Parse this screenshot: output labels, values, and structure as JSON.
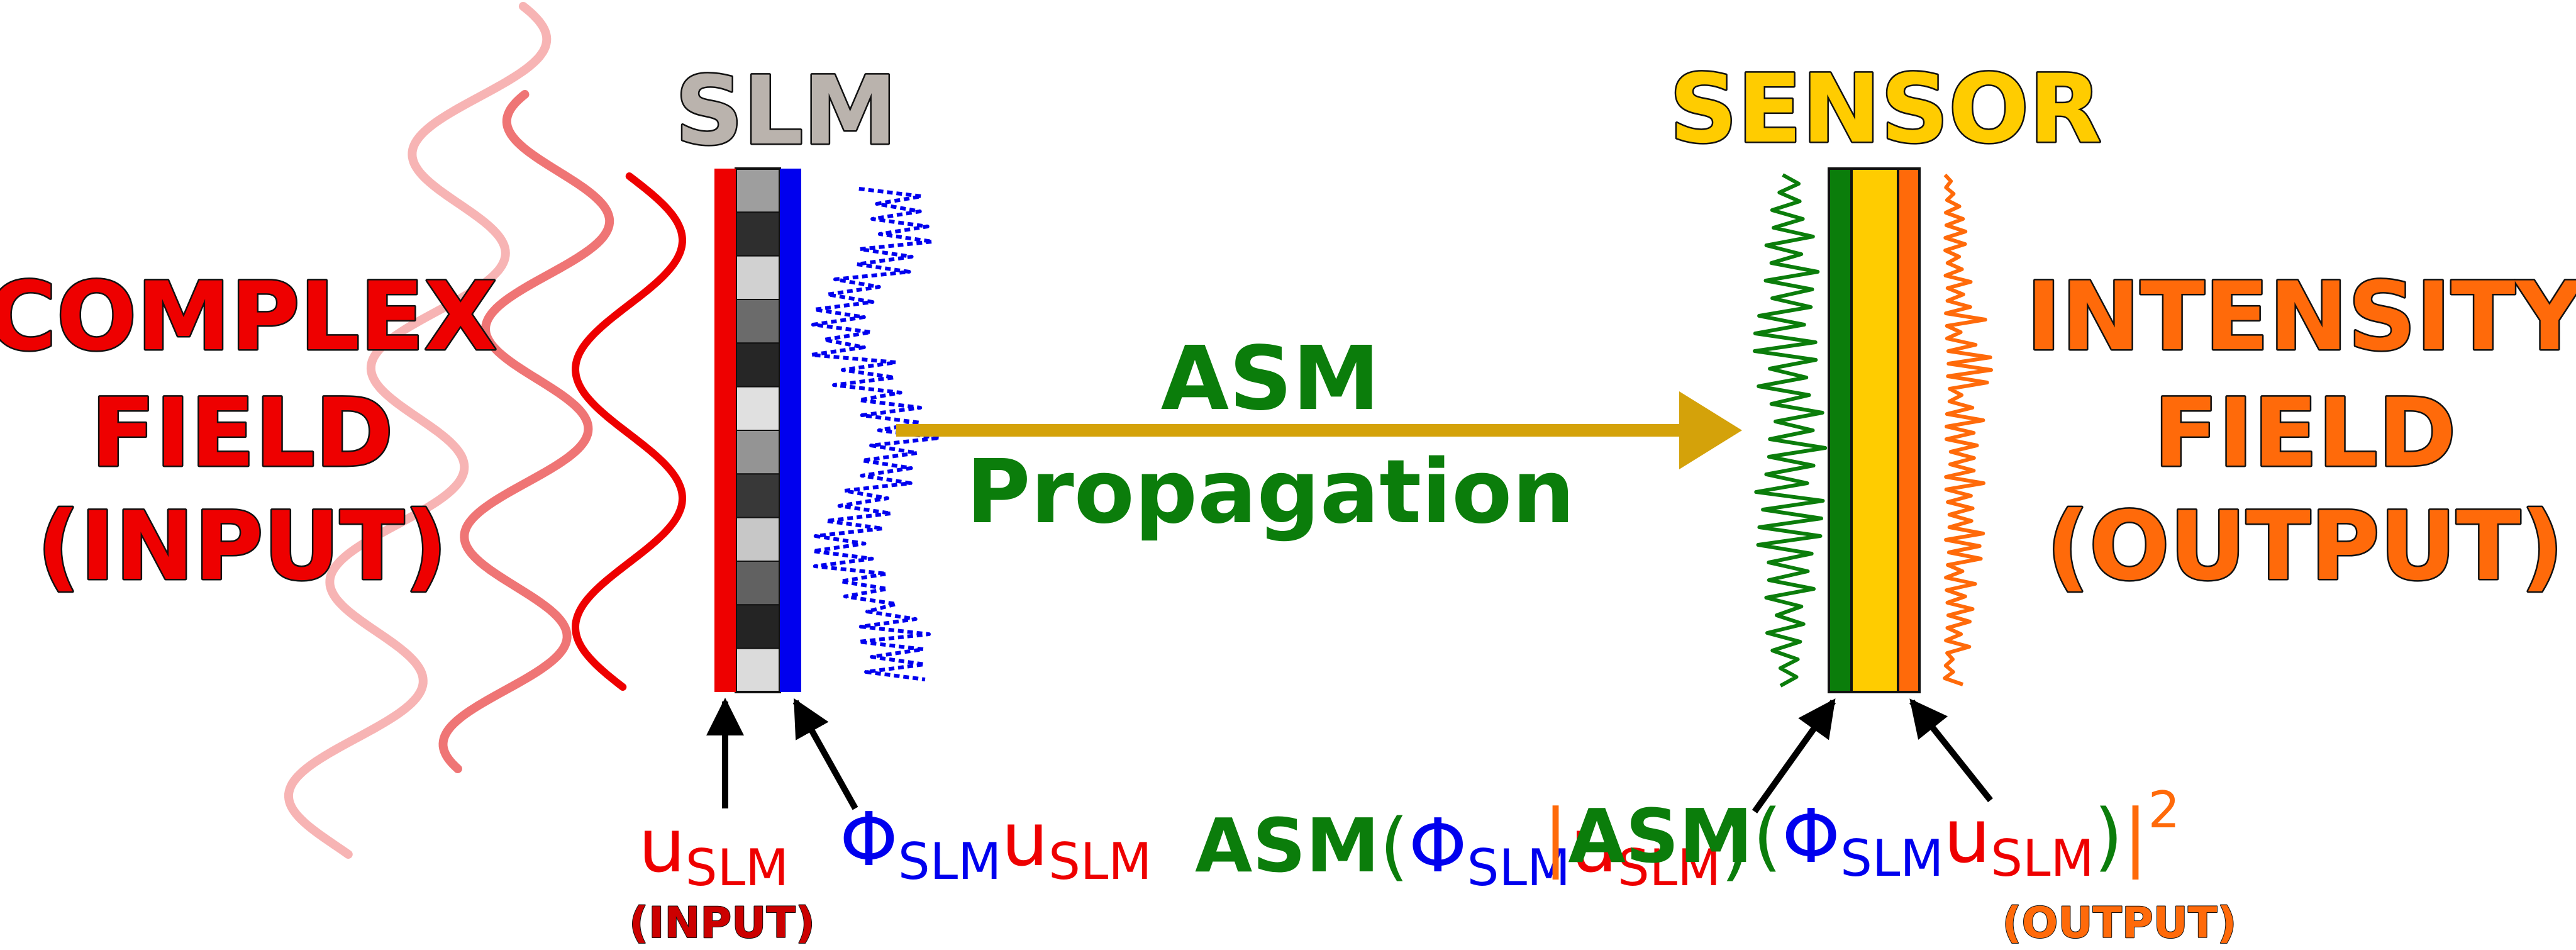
{
  "titles": {
    "slm": "SLM",
    "sensor": "SENSOR"
  },
  "input_label": {
    "line1": "COMPLEX",
    "line2": "FIELD",
    "line3": "(INPUT)"
  },
  "output_label": {
    "line1": "INTENSITY",
    "line2": "FIELD",
    "line3": "(OUTPUT)"
  },
  "propagation": {
    "line1": "ASM",
    "line2": "Propagation"
  },
  "formulas": {
    "u_main": "u",
    "slm_sub": "SLM",
    "input_note": "(INPUT)",
    "phi": "Φ",
    "asm": "ASM",
    "paren_open": "(",
    "paren_close": ")",
    "bar": "|",
    "squared": "2",
    "output_note": "(OUTPUT)"
  },
  "slm_pixel_levels": [
    0.62,
    0.18,
    0.82,
    0.42,
    0.15,
    0.88,
    0.58,
    0.22,
    0.78,
    0.38,
    0.14,
    0.86
  ],
  "colors": {
    "input_red": "#ee0000",
    "phase_blue": "#0000ee",
    "asm_green": "#0b7d0b",
    "sensor_yellow": "#ffcc00",
    "output_orange": "#ff6a0a",
    "arrow_gold": "#d4a20a",
    "slm_gray": "#bab3ad",
    "outline": "#111111"
  },
  "icons": {
    "arrow": "right-arrow-icon",
    "pointer": "pointer-arrow-icon"
  }
}
